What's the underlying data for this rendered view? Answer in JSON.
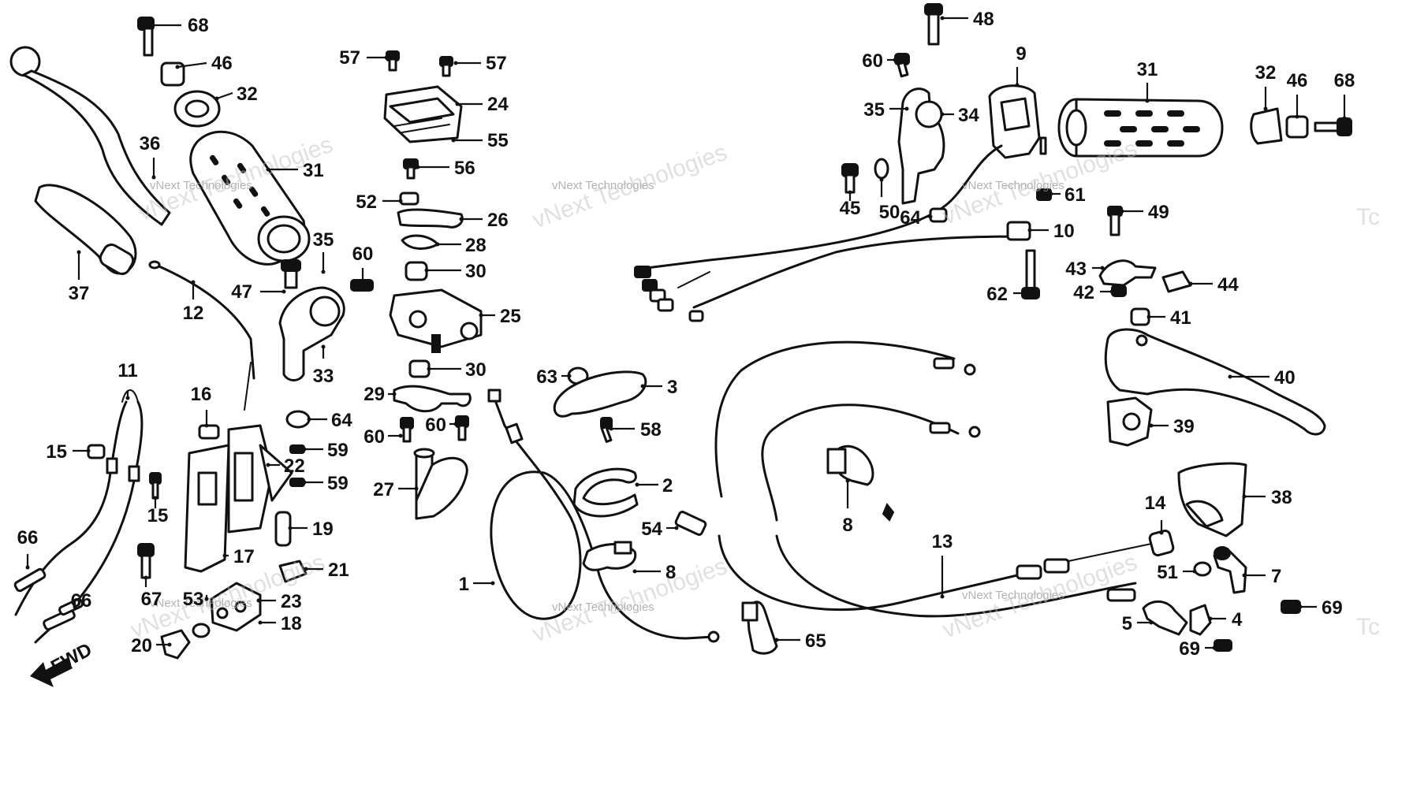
{
  "diagram": {
    "direction_label": "FWD",
    "watermark_text": "vNext Technologies",
    "watermark_text_short": "Tc",
    "callouts": [
      {
        "id": "c68a",
        "label": "68"
      },
      {
        "id": "c46a",
        "label": "46"
      },
      {
        "id": "c32a",
        "label": "32"
      },
      {
        "id": "c31a",
        "label": "31"
      },
      {
        "id": "c36",
        "label": "36"
      },
      {
        "id": "c37",
        "label": "37"
      },
      {
        "id": "c12",
        "label": "12"
      },
      {
        "id": "c47",
        "label": "47"
      },
      {
        "id": "c35a",
        "label": "35"
      },
      {
        "id": "c60a",
        "label": "60"
      },
      {
        "id": "c33",
        "label": "33"
      },
      {
        "id": "c57a",
        "label": "57"
      },
      {
        "id": "c57b",
        "label": "57"
      },
      {
        "id": "c24",
        "label": "24"
      },
      {
        "id": "c55",
        "label": "55"
      },
      {
        "id": "c56",
        "label": "56"
      },
      {
        "id": "c52",
        "label": "52"
      },
      {
        "id": "c26a",
        "label": "26"
      },
      {
        "id": "c28",
        "label": "28"
      },
      {
        "id": "c30a",
        "label": "30"
      },
      {
        "id": "c25",
        "label": "25"
      },
      {
        "id": "c30b",
        "label": "30"
      },
      {
        "id": "c29",
        "label": "29"
      },
      {
        "id": "c60b",
        "label": "60"
      },
      {
        "id": "c60c",
        "label": "60"
      },
      {
        "id": "c27",
        "label": "27"
      },
      {
        "id": "c11",
        "label": "11"
      },
      {
        "id": "c16",
        "label": "16"
      },
      {
        "id": "c15a",
        "label": "15"
      },
      {
        "id": "c64a",
        "label": "64"
      },
      {
        "id": "c59a",
        "label": "59"
      },
      {
        "id": "c22",
        "label": "22"
      },
      {
        "id": "c59b",
        "label": "59"
      },
      {
        "id": "c15b",
        "label": "15"
      },
      {
        "id": "c19",
        "label": "19"
      },
      {
        "id": "c17",
        "label": "17"
      },
      {
        "id": "c21",
        "label": "21"
      },
      {
        "id": "c66a",
        "label": "66"
      },
      {
        "id": "c66b",
        "label": "66"
      },
      {
        "id": "c67",
        "label": "67"
      },
      {
        "id": "c53",
        "label": "53"
      },
      {
        "id": "c23",
        "label": "23"
      },
      {
        "id": "c18",
        "label": "18"
      },
      {
        "id": "c20",
        "label": "20"
      },
      {
        "id": "c63",
        "label": "63"
      },
      {
        "id": "c3",
        "label": "3"
      },
      {
        "id": "c58",
        "label": "58"
      },
      {
        "id": "c2",
        "label": "2"
      },
      {
        "id": "c54",
        "label": "54"
      },
      {
        "id": "c8a",
        "label": "8"
      },
      {
        "id": "c1",
        "label": "1"
      },
      {
        "id": "c65",
        "label": "65"
      },
      {
        "id": "c48",
        "label": "48"
      },
      {
        "id": "c60d",
        "label": "60"
      },
      {
        "id": "c9",
        "label": "9"
      },
      {
        "id": "c35b",
        "label": "35"
      },
      {
        "id": "c34",
        "label": "34"
      },
      {
        "id": "c45",
        "label": "45"
      },
      {
        "id": "c50",
        "label": "50"
      },
      {
        "id": "c64b",
        "label": "64"
      },
      {
        "id": "c61",
        "label": "61"
      },
      {
        "id": "c10",
        "label": "10"
      },
      {
        "id": "c31b",
        "label": "31"
      },
      {
        "id": "c32b",
        "label": "32"
      },
      {
        "id": "c46b",
        "label": "46"
      },
      {
        "id": "c68b",
        "label": "68"
      },
      {
        "id": "c49",
        "label": "49"
      },
      {
        "id": "c43",
        "label": "43"
      },
      {
        "id": "c44",
        "label": "44"
      },
      {
        "id": "c62",
        "label": "62"
      },
      {
        "id": "c42",
        "label": "42"
      },
      {
        "id": "c41",
        "label": "41"
      },
      {
        "id": "c40",
        "label": "40"
      },
      {
        "id": "c39",
        "label": "39"
      },
      {
        "id": "c8b",
        "label": "8"
      },
      {
        "id": "c38",
        "label": "38"
      },
      {
        "id": "c14",
        "label": "14"
      },
      {
        "id": "c13",
        "label": "13"
      },
      {
        "id": "c51",
        "label": "51"
      },
      {
        "id": "c7",
        "label": "7"
      },
      {
        "id": "c69a",
        "label": "69"
      },
      {
        "id": "c5",
        "label": "5"
      },
      {
        "id": "c4",
        "label": "4"
      },
      {
        "id": "c69b",
        "label": "69"
      }
    ]
  }
}
